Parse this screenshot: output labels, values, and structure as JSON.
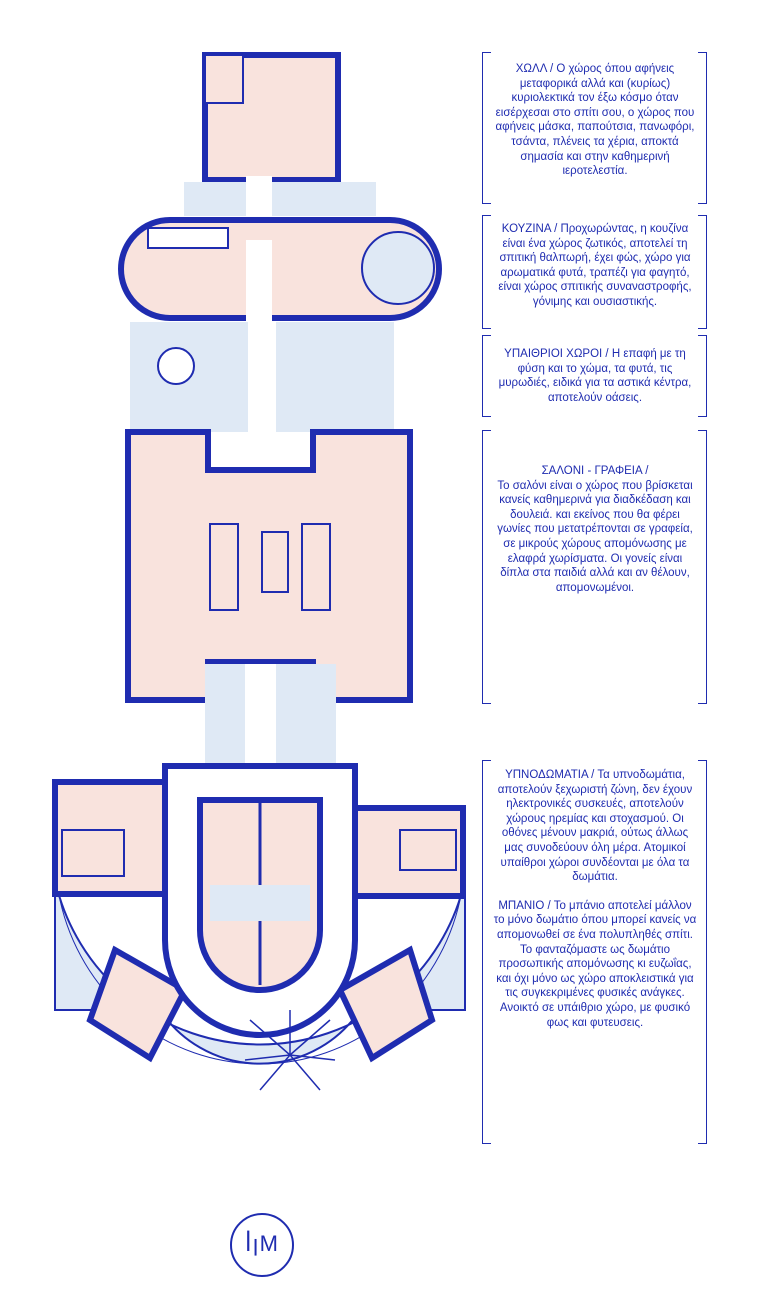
{
  "colors": {
    "ink": "#1f2cb0",
    "floor": "#f9e3dd",
    "garden": "#dfe9f5",
    "white": "#ffffff"
  },
  "notes": {
    "hall": "ΧΩΛΛ / Ο χώρος όπου αφήνεις μεταφορικά αλλά και (κυρίως) κυριολεκτικά τον έξω κόσμο όταν εισέρχεσαι στο σπίτι σου, ο χώρος που αφήνεις μάσκα, παπούτσια, πανωφόρι, τσάντα, πλένεις τα χέρια, αποκτά σημασία και στην καθημερινή ιεροτελεστία.",
    "kitchen": "ΚΟΥΖΙΝΑ / Προχωρώντας, η κουζίνα είναι ένα χώρος ζωτικός, αποτελεί τη σπιτική θαλπωρή, έχει φώς, χώρο για αρωματικά φυτά, τραπέζι για φαγητό, είναι χώρος σπιτικής συναναστροφής, γόνιμης και ουσιαστικής.",
    "outdoor": "ΥΠΑΙΘΡΙΟΙ ΧΩΡΟΙ / Η επαφή με τη φύση και το χώμα, τα φυτά, τις μυρωδιές, ειδικά για τα αστικά κέντρα, αποτελούν οάσεις.",
    "living_title": "ΣΑΛΟΝΙ - ΓΡΑΦΕΙΑ /",
    "living": "Το σαλόνι είναι ο χώρος που βρίσκεται κανείς καθημερινά για διαδκέδαση και δουλειά. και εκείνος που θα φέρει γωνίες που μετατρέπονται σε γραφεία, σε μικρούς χώρους απομόνωσης με ελαφρά χωρίσματα. Οι γονείς είναι δίπλα στα παιδιά αλλά και αν θέλουν, απομονωμένοι.",
    "bedrooms": "ΥΠΝΟΔΩΜΑΤΙΑ / Τα υπνοδωμάτια, αποτελούν ξεχωριστή ζώνη, δεν έχουν ηλεκτρονικές συσκευές, αποτελούν χώρους ηρεμίας και στοχασμού. Οι οθόνες μένουν μακριά, ούτως άλλως μας συνοδεύουν όλη μέρα. Ατομικοί υπαίθροι χώροι συνδέονται με όλα τα δωμάτια.",
    "bath": "ΜΠΑΝΙΟ / Το μπάνιο αποτελεί μάλλον το μόνο δωμάτιο όπου μπορεί κανείς να απομονωθεί σε ένα πολυπληθές σπίτι. Το φανταζόμαστε ως δωμάτιο προσωπικής απομόνωσης κι ευζωΐας, και όχι μόνο ως χώρο αποκλειστικά για τις συγκεκριμένες φυσικές ανάγκες. Ανοικτό σε υπάιθριο χώρο, με φυσικό φως και φυτευσεις."
  },
  "logo": {
    "mark": "ꟾꞁM"
  }
}
